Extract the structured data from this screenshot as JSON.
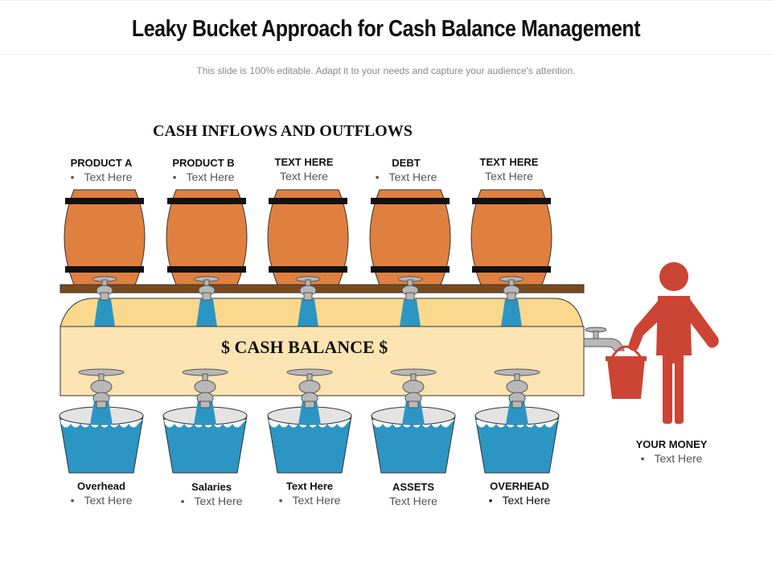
{
  "title": "Leaky Bucket Approach for Cash Balance Management",
  "subtitle": "This slide is 100% editable. Adapt it to your needs and capture your audience's attention.",
  "section_heading": "CASH INFLOWS AND OUTFLOWS",
  "cash_balance_label": "$ CASH BALANCE $",
  "barrels": [
    {
      "title": "PRODUCT A",
      "sub": "Text Here",
      "bullet": true
    },
    {
      "title": "PRODUCT B",
      "sub": "Text Here",
      "bullet": true
    },
    {
      "title": "TEXT HERE",
      "sub": "Text Here",
      "bullet": false
    },
    {
      "title": "DEBT",
      "sub": "Text Here",
      "bullet": true
    },
    {
      "title": "TEXT HERE",
      "sub": "Text Here",
      "bullet": false
    }
  ],
  "buckets": [
    {
      "title": "Overhead",
      "sub": "Text Here",
      "bullet": true
    },
    {
      "title": "Salaries",
      "sub": "Text Here",
      "bullet": true
    },
    {
      "title": "Text Here",
      "sub": "Text Here",
      "bullet": true
    },
    {
      "title": "ASSETS",
      "sub": "Text Here",
      "bullet": false
    },
    {
      "title": "OVERHEAD",
      "sub": "Text Here",
      "bullet": true
    }
  ],
  "person": {
    "title": "YOUR MONEY",
    "sub": "Text Here"
  },
  "bullet_char": "•",
  "colors": {
    "barrel": "#e08040",
    "band": "#111111",
    "shelf": "#7a4a1c",
    "tank": "#fce4b2",
    "tank_top": "#fad88e",
    "water": "#2b96c4",
    "tap": "#b8b8b8",
    "person": "#cc4433"
  }
}
